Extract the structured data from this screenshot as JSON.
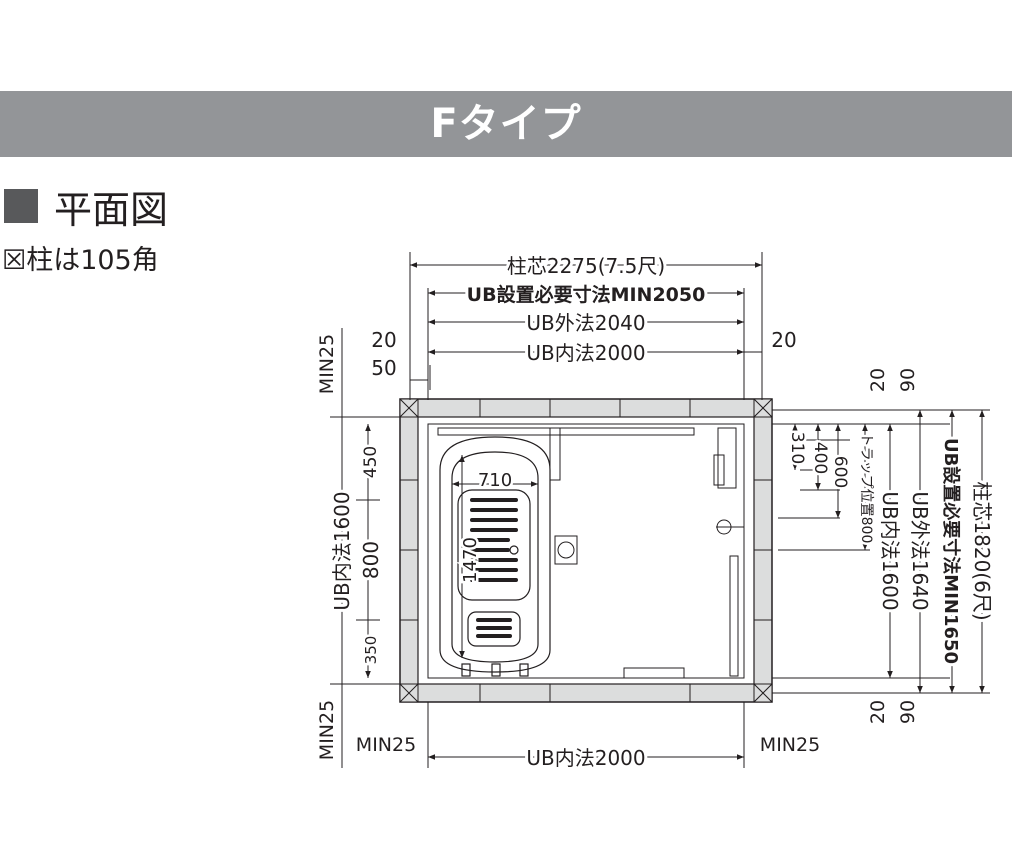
{
  "banner": {
    "title": "Fタイプ"
  },
  "section": {
    "heading": "平面図"
  },
  "note": {
    "column": "☒柱は105角"
  },
  "dimensions": {
    "pillar_center_width": "柱芯2275(7.5尺)",
    "ub_install_width": "UB設置必要寸法MIN2050",
    "ub_outer_width": "UB外法2040",
    "ub_inner_width_top": "UB内法2000",
    "ub_inner_width_bottom": "UB内法2000",
    "gap_left_20": "20",
    "gap_right_20": "20",
    "gap_left_50": "50",
    "min25_left_top": "MIN25",
    "min25_left_bottom": "MIN25",
    "min25_bottom_left": "MIN25",
    "min25_bottom_right": "MIN25",
    "ub_inner_depth_left": "UB内法1600",
    "seg_450": "450",
    "seg_800": "800",
    "seg_350": "350",
    "tub_width": "710",
    "tub_length": "1470",
    "d310": "310",
    "d400": "400",
    "d600": "600",
    "trap_position": "トラップ位置800",
    "ub_inner_depth_right": "UB内法1600",
    "ub_outer_depth": "UB外法1640",
    "ub_install_depth": "UB設置必要寸法MIN1650",
    "pillar_center_depth": "柱芯1820(6尺)",
    "top_20": "20",
    "top_90": "90",
    "bottom_20": "20",
    "bottom_90": "90"
  }
}
